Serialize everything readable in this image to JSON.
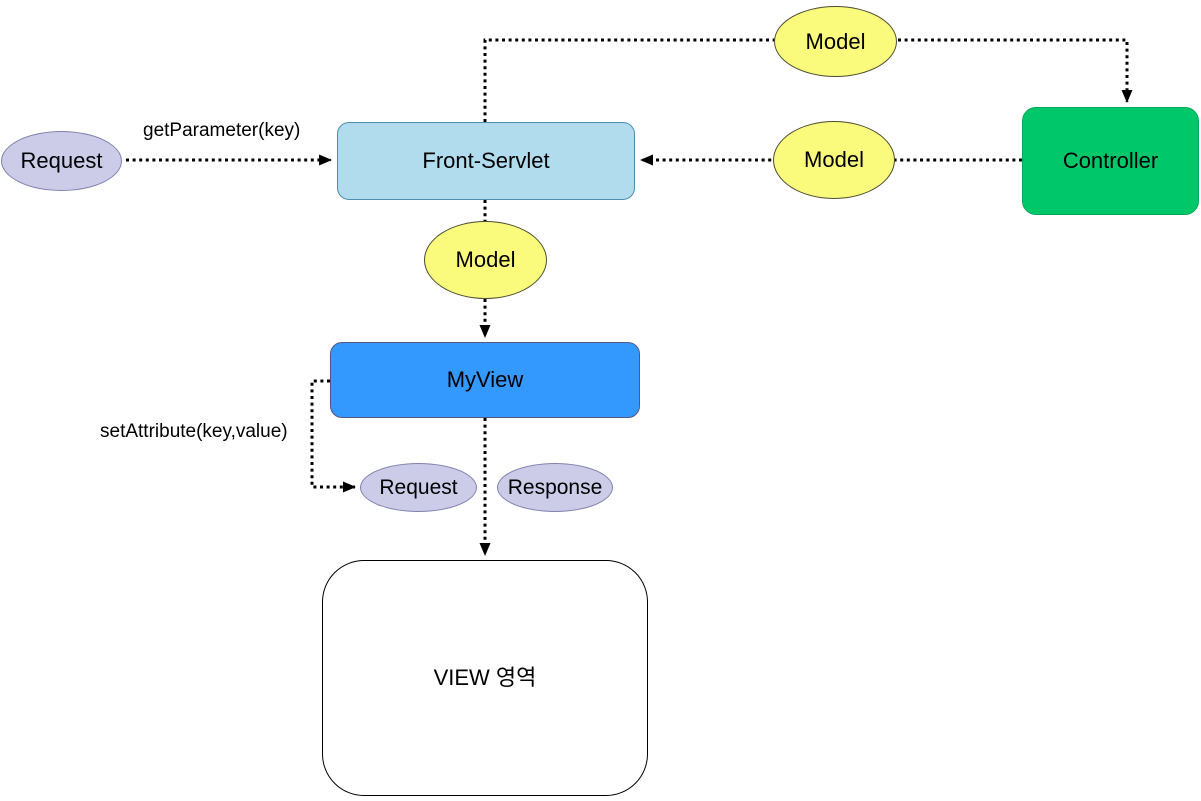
{
  "diagram": {
    "title": "Front-Servlet MVC flow diagram",
    "nodes": {
      "request_left": {
        "label": "Request",
        "shape": "ellipse",
        "fill": "#CCCCE8",
        "stroke": "#8080B0"
      },
      "front_servlet": {
        "label": "Front-Servlet",
        "shape": "rounded-rect",
        "fill": "#B0DCEE",
        "stroke": "#4E8FAE"
      },
      "model_top": {
        "label": "Model",
        "shape": "ellipse",
        "fill": "#FAFA7D",
        "stroke": "#4D4D33"
      },
      "model_mid": {
        "label": "Model",
        "shape": "ellipse",
        "fill": "#FAFA7D",
        "stroke": "#4D4D33"
      },
      "model_bottom": {
        "label": "Model",
        "shape": "ellipse",
        "fill": "#FAFA7D",
        "stroke": "#4D4D33"
      },
      "controller": {
        "label": "Controller",
        "shape": "rounded-rect",
        "fill": "#00C86A",
        "stroke": "#00A857"
      },
      "myview": {
        "label": "MyView",
        "shape": "rounded-rect",
        "fill": "#3399FF",
        "stroke": "#55557F"
      },
      "request_bottom": {
        "label": "Request",
        "shape": "ellipse",
        "fill": "#CCCCE8",
        "stroke": "#8080B0"
      },
      "response": {
        "label": "Response",
        "shape": "ellipse",
        "fill": "#CCCCE8",
        "stroke": "#8080B0"
      },
      "view_area": {
        "label": "VIEW 영역",
        "shape": "rounded-rect",
        "fill": "#FFFFFF",
        "stroke": "#000000"
      }
    },
    "edge_labels": {
      "get_parameter": "getParameter(key)",
      "set_attribute": "setAttribute(key,value)"
    },
    "edges": [
      {
        "from": "request_left",
        "to": "front_servlet",
        "style": "dotted-arrow",
        "label": "getParameter(key)"
      },
      {
        "from": "front_servlet",
        "to": "controller",
        "style": "dotted-arrow",
        "via": "model_top"
      },
      {
        "from": "controller",
        "to": "front_servlet",
        "style": "dotted-arrow",
        "via": "model_mid"
      },
      {
        "from": "front_servlet",
        "to": "myview",
        "style": "dotted-arrow",
        "via": "model_bottom"
      },
      {
        "from": "myview",
        "to": "request_bottom",
        "style": "dotted-arrow",
        "label": "setAttribute(key,value)"
      },
      {
        "from": "myview",
        "to": "view_area",
        "style": "dotted-arrow"
      }
    ],
    "edge_color": "#000000",
    "background": "#FFFFFF"
  }
}
